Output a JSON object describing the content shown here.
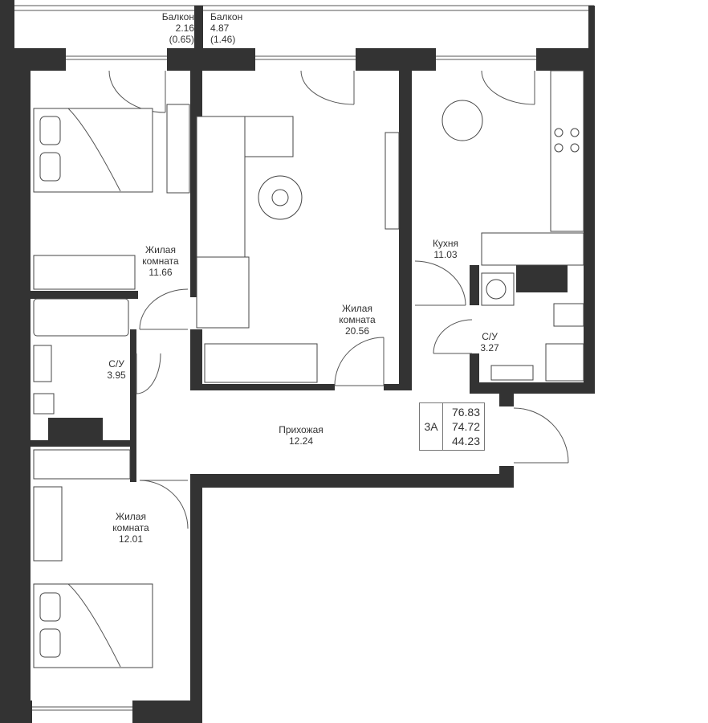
{
  "rooms": {
    "balcony1": {
      "name": "Балкон",
      "area": "2.16",
      "sub": "(0.65)"
    },
    "balcony2": {
      "name": "Балкон",
      "area": "4.87",
      "sub": "(1.46)"
    },
    "bedroom1": {
      "name1": "Жилая",
      "name2": "комната",
      "area": "11.66"
    },
    "living": {
      "name1": "Жилая",
      "name2": "комната",
      "area": "20.56"
    },
    "kitchen": {
      "name": "Кухня",
      "area": "11.03"
    },
    "bath1": {
      "name": "С/У",
      "area": "3.95"
    },
    "bath2": {
      "name": "С/У",
      "area": "3.27"
    },
    "hall": {
      "name": "Прихожая",
      "area": "12.24"
    },
    "bedroom2": {
      "name1": "Жилая",
      "name2": "комната",
      "area": "12.01"
    }
  },
  "summary": {
    "type": "3А",
    "total": "76.83",
    "living_total": "74.72",
    "living": "44.23"
  },
  "colors": {
    "wall": "#333333",
    "line": "#555555"
  }
}
